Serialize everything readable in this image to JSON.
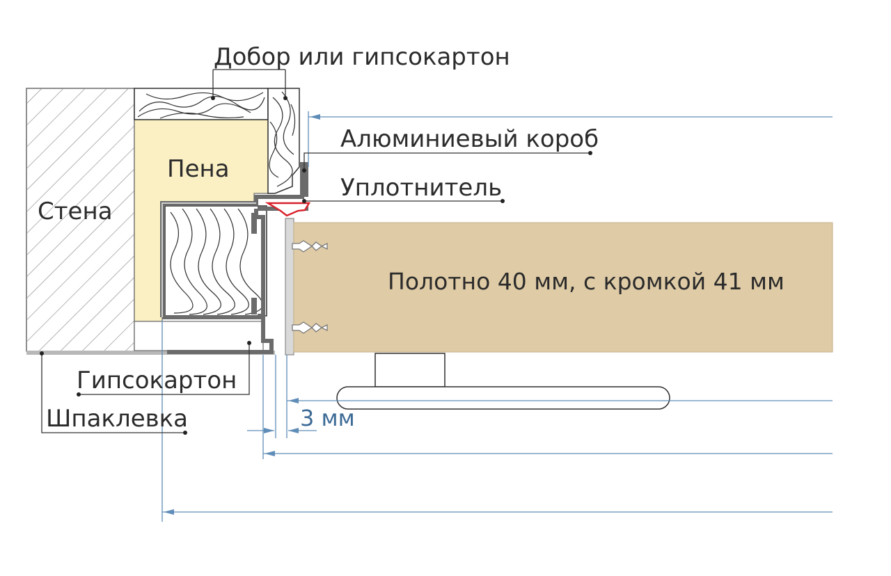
{
  "labels": {
    "dobor": "Добор или гипсокартон",
    "foam": "Пена",
    "wall": "Стена",
    "aluminum_box": "Алюминиевый короб",
    "seal": "Уплотнитель",
    "door_leaf": "Полотно 40 мм, с кромкой 41 мм",
    "drywall": "Гипсокартон",
    "putty": "Шпаклевка",
    "gap": "3 мм"
  },
  "colors": {
    "foam": "#fbf0c4",
    "door": "#dfcba6",
    "wood": "#ffffff",
    "profile": "#6b6b6b",
    "seal": "#d9202a",
    "dimension": "#5f8db8",
    "hatch": "#8a8a8a"
  }
}
